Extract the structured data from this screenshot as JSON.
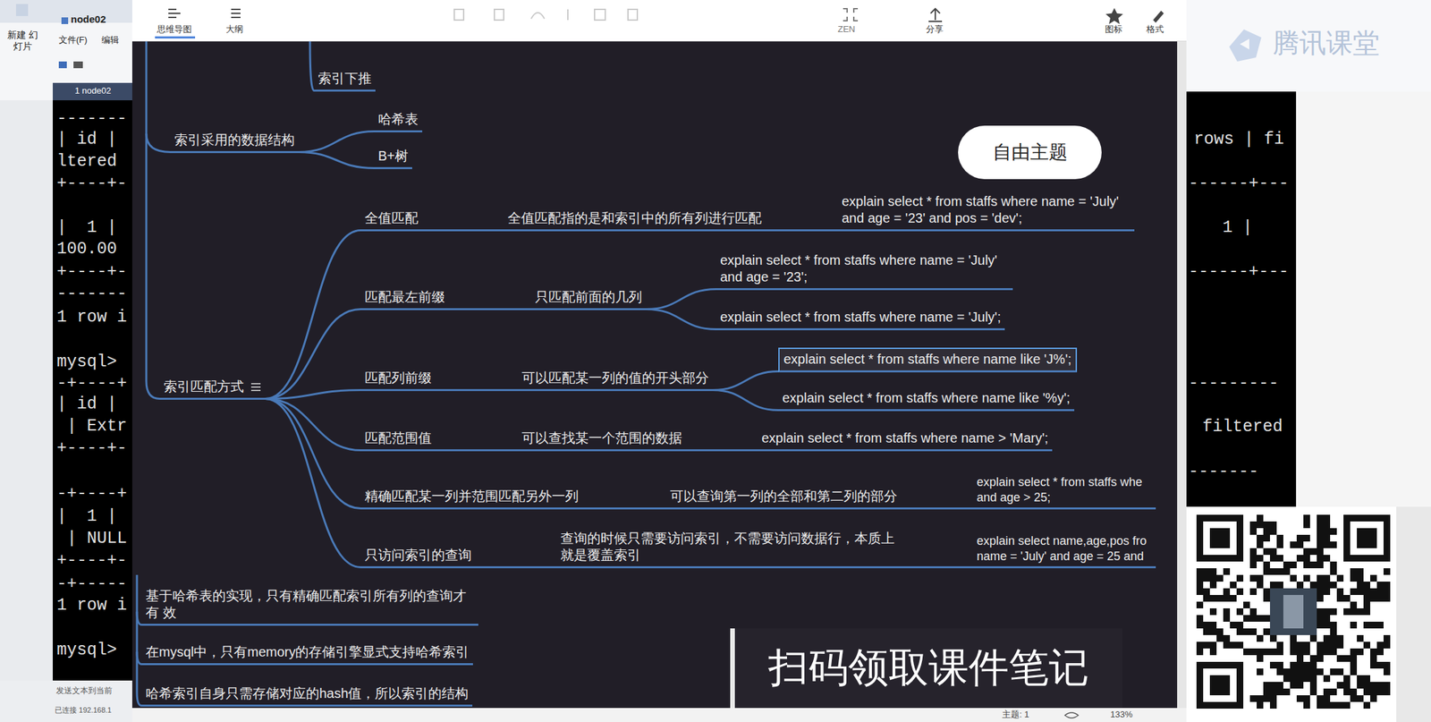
{
  "diagram": {
    "nodes": [
      {
        "text": [
          "索引下推"
        ]
      },
      {
        "text": [
          "索引采用的数据结构"
        ]
      },
      {
        "text": [
          "哈希表"
        ]
      },
      {
        "text": [
          "B+树"
        ]
      },
      {
        "text": [
          "自由主题"
        ]
      },
      {
        "text": [
          "索引匹配方式"
        ]
      },
      {
        "text": [
          "全值匹配"
        ]
      },
      {
        "text": [
          "全值匹配指的是和索引中的所有列进行匹配"
        ]
      },
      {
        "text": [
          "explain select * from staffs where name = 'July' and age = '23' and pos = 'dev';"
        ]
      },
      {
        "text": [
          "匹配最左前缀"
        ]
      },
      {
        "text": [
          "只匹配前面的几列"
        ]
      },
      {
        "text": [
          "explain select * from staffs where name = 'July' and age = '23';"
        ]
      },
      {
        "text": [
          "explain select * from staffs where name = 'July';"
        ]
      },
      {
        "text": [
          "匹配列前缀"
        ]
      },
      {
        "text": [
          "可以匹配某一列的值的开头部分"
        ]
      },
      {
        "text": [
          "explain select * from staffs where name like 'J%';"
        ]
      },
      {
        "text": [
          "explain select * from staffs where name like '%y';"
        ]
      },
      {
        "text": [
          "匹配范围值"
        ]
      },
      {
        "text": [
          "可以查找某一个范围的数据"
        ]
      },
      {
        "text": [
          "explain select * from staffs where name > 'Mary';"
        ]
      },
      {
        "text": [
          "精确匹配某一列并范围匹配另外一列"
        ]
      },
      {
        "text": [
          "可以查询第一列的全部和第二列的部分"
        ]
      },
      {
        "text": [
          "explain select * from staffs whe and age > 25;"
        ]
      },
      {
        "text": [
          "只访问索引的查询"
        ]
      },
      {
        "text": [
          "查询的时候只需要访问索引，不需要访问数据行，本质上 就是覆盖索引"
        ]
      },
      {
        "text": [
          "explain select name,age,pos fro name = 'July' and age = 25 and"
        ]
      },
      {
        "text": [
          "基于哈希表的实现，只有精确匹配索引所有列的查询才有 效"
        ]
      },
      {
        "text": [
          "在mysql中，只有memory的存储引擎显式支持哈希索引"
        ]
      },
      {
        "text": [
          "哈希索引自身只需存储对应的hash值，所以索引的结构"
        ]
      },
      {
        "text": [
          "扫码领取课件笔记"
        ]
      }
    ],
    "edges": [
      {
        "from": 1,
        "to": 2,
        "arrow": "none"
      },
      {
        "from": 1,
        "to": 3,
        "arrow": "none"
      },
      {
        "from": 5,
        "to": 6,
        "arrow": "none"
      },
      {
        "from": 5,
        "to": 9,
        "arrow": "none"
      },
      {
        "from": 5,
        "to": 13,
        "arrow": "none"
      },
      {
        "from": 5,
        "to": 17,
        "arrow": "none"
      },
      {
        "from": 5,
        "to": 20,
        "arrow": "none"
      },
      {
        "from": 5,
        "to": 23,
        "arrow": "none"
      },
      {
        "from": 6,
        "to": 7,
        "arrow": "none"
      },
      {
        "from": 7,
        "to": 8,
        "arrow": "none"
      },
      {
        "from": 9,
        "to": 10,
        "arrow": "none"
      },
      {
        "from": 10,
        "to": 11,
        "arrow": "none"
      },
      {
        "from": 10,
        "to": 12,
        "arrow": "none"
      },
      {
        "from": 13,
        "to": 14,
        "arrow": "none"
      },
      {
        "from": 14,
        "to": 15,
        "arrow": "none"
      },
      {
        "from": 14,
        "to": 16,
        "arrow": "none"
      },
      {
        "from": 17,
        "to": 18,
        "arrow": "none"
      },
      {
        "from": 18,
        "to": 19,
        "arrow": "none"
      },
      {
        "from": 20,
        "to": 21,
        "arrow": "none"
      },
      {
        "from": 21,
        "to": 22,
        "arrow": "none"
      },
      {
        "from": 23,
        "to": 24,
        "arrow": "none"
      },
      {
        "from": 24,
        "to": 25,
        "arrow": "none"
      }
    ],
    "labels": [
      "思维导图",
      "大纲",
      "ZEN",
      "分享",
      "图标",
      "格式",
      "主题: 1",
      "133%",
      "node02",
      "新建 幻灯片",
      "文件(F)",
      "编辑",
      "1 node02",
      "发送文本到当前",
      "已连接 192.168.1",
      "腾讯课堂",
      "-------",
      "| id |",
      "ltered",
      "+----+-",
      "|  1 |",
      "100.00",
      "+----+-",
      "-------",
      "1 row i",
      "mysql>",
      "-+----+",
      "| id |",
      "| Extr",
      "+----+-",
      "-+----+",
      "|  1 |",
      "| NULL",
      "+----+-",
      "-+-----",
      "1 row i",
      "mysql>",
      "rows | fi",
      "------+---",
      "1 |",
      "------+---",
      "---------",
      "filtered",
      "-------"
    ]
  }
}
